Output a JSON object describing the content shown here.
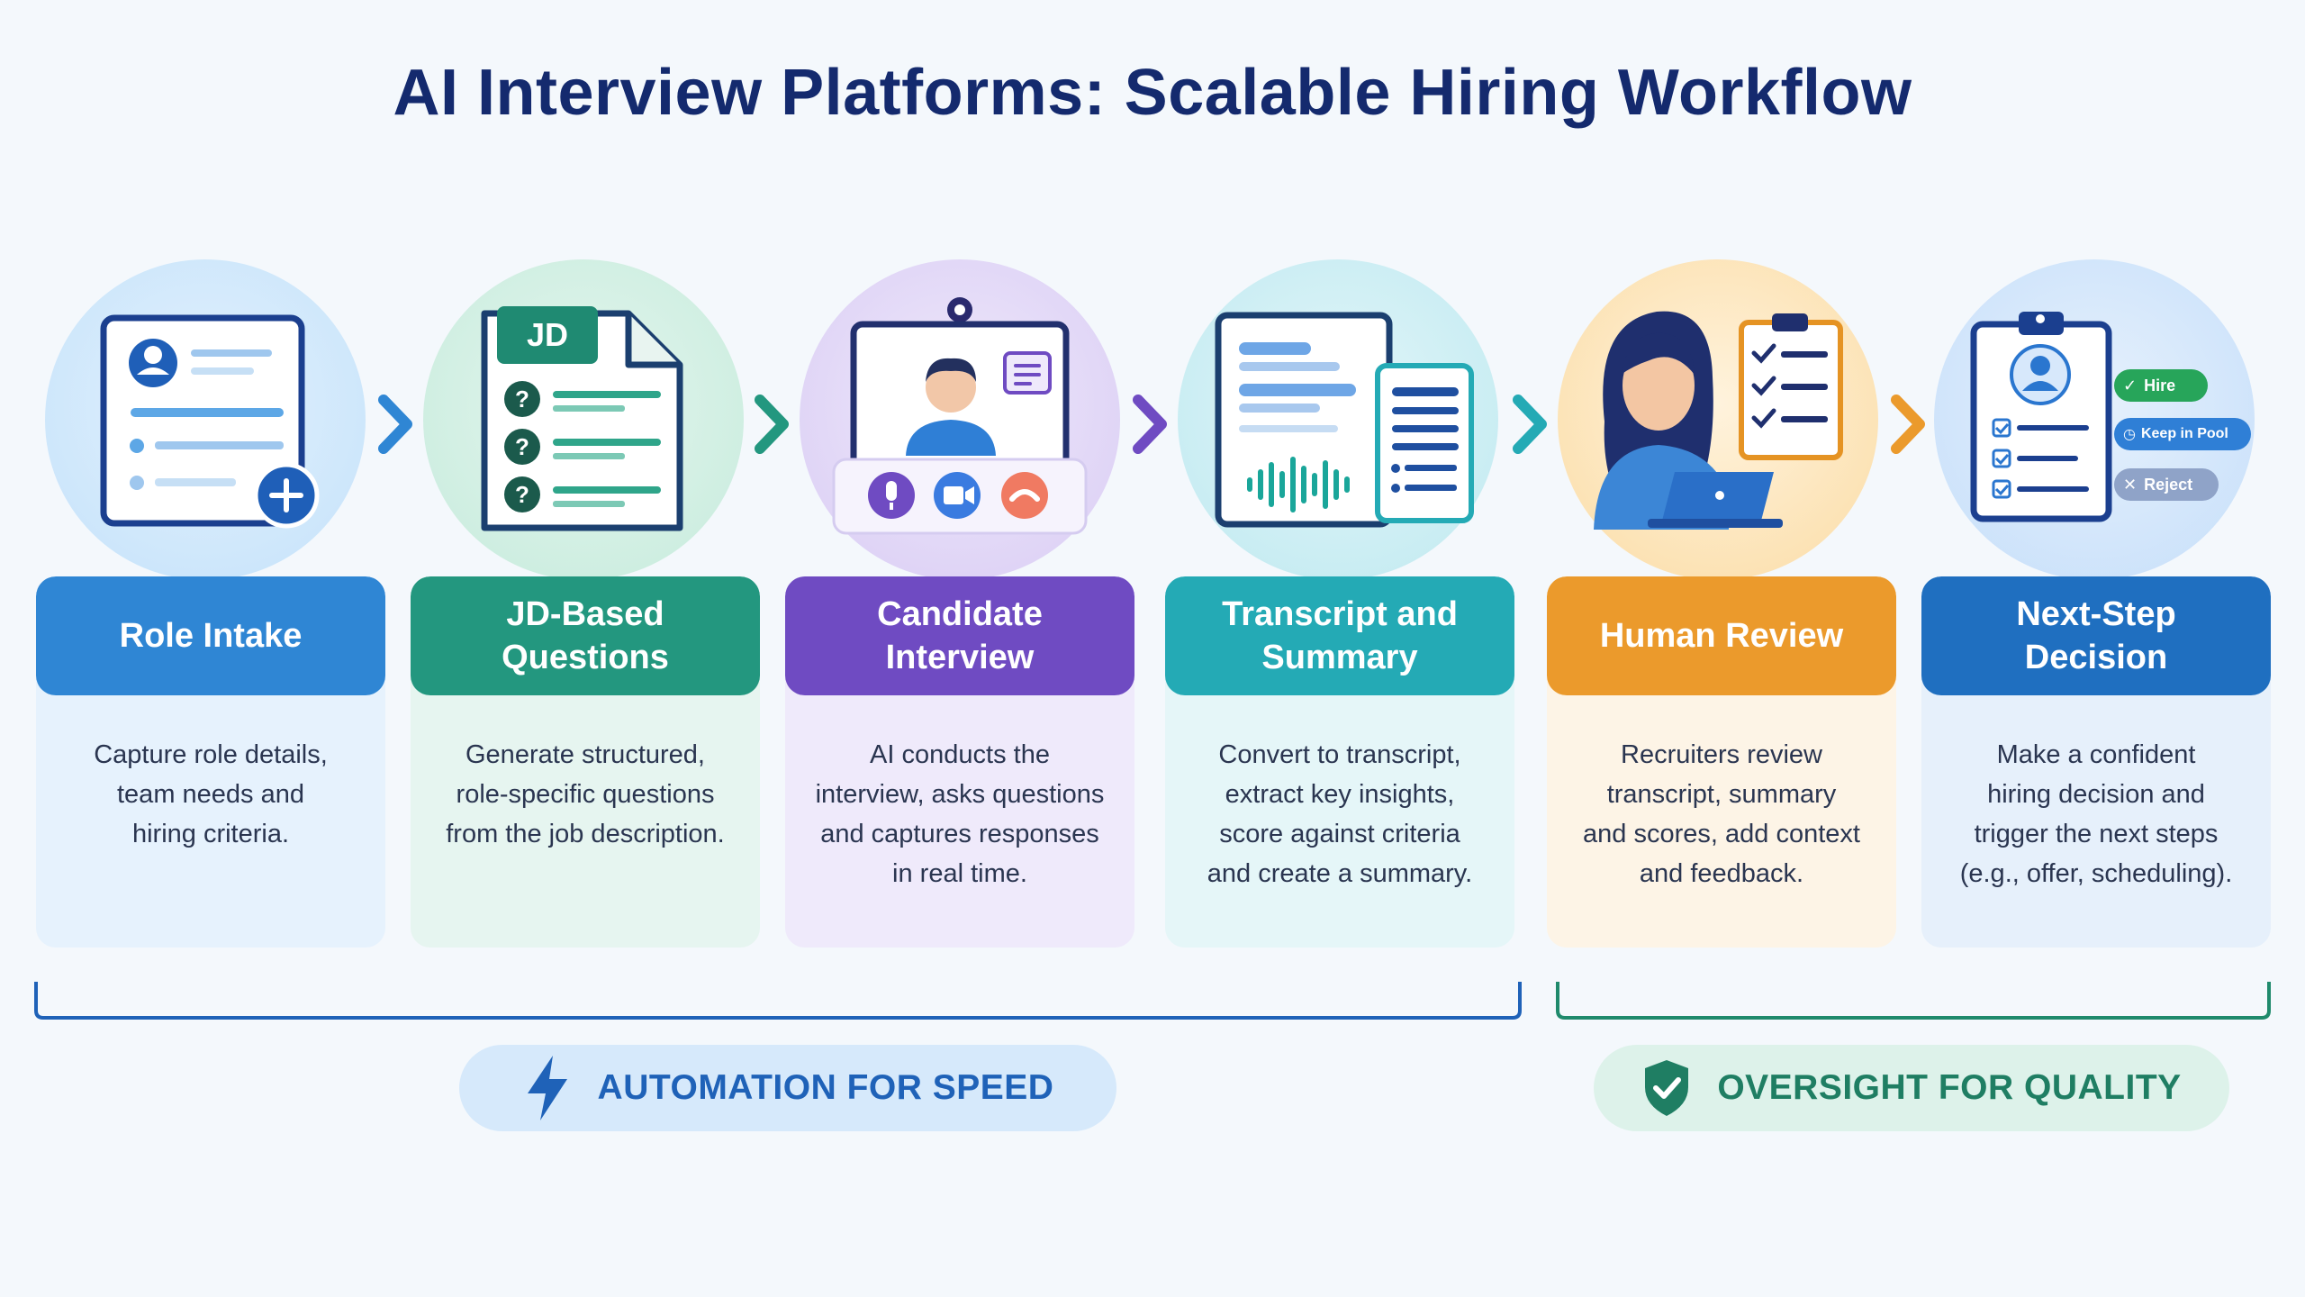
{
  "title": "AI Interview Platforms: Scalable Hiring Workflow",
  "steps": [
    {
      "title": "Role Intake",
      "description": "Capture role details,\nteam needs and\nhiring criteria.",
      "color": "#2f86d4",
      "tint": "#e6f2fd"
    },
    {
      "title": "JD-Based\nQuestions",
      "description": "Generate structured,\nrole-specific questions\nfrom the job description.",
      "color": "#23977f",
      "tint": "#e6f5f0",
      "icon_text": "JD"
    },
    {
      "title": "Candidate\nInterview",
      "description": "AI conducts the\ninterview, asks questions\nand captures responses\nin real time.",
      "color": "#6f4bc2",
      "tint": "#efeafb"
    },
    {
      "title": "Transcript and\nSummary",
      "description": "Convert to transcript,\nextract key insights,\nscore against criteria\nand create a summary.",
      "color": "#24aab5",
      "tint": "#e5f6f8"
    },
    {
      "title": "Human Review",
      "description": "Recruiters review\ntranscript, summary\nand scores, add context\nand feedback.",
      "color": "#eb9a2c",
      "tint": "#fdf4e6"
    },
    {
      "title": "Next-Step\nDecision",
      "description": "Make a confident\nhiring decision and\ntrigger the next steps\n(e.g., offer, scheduling).",
      "color": "#1f6fc0",
      "tint": "#e6f0fb"
    }
  ],
  "decision_options": [
    "Hire",
    "Keep in Pool",
    "Reject"
  ],
  "groups": {
    "automation": {
      "label": "AUTOMATION FOR SPEED",
      "icon": "lightning-icon",
      "color": "#1f62b8"
    },
    "oversight": {
      "label": "OVERSIGHT FOR QUALITY",
      "icon": "shield-check-icon",
      "color": "#1f7e63"
    }
  }
}
